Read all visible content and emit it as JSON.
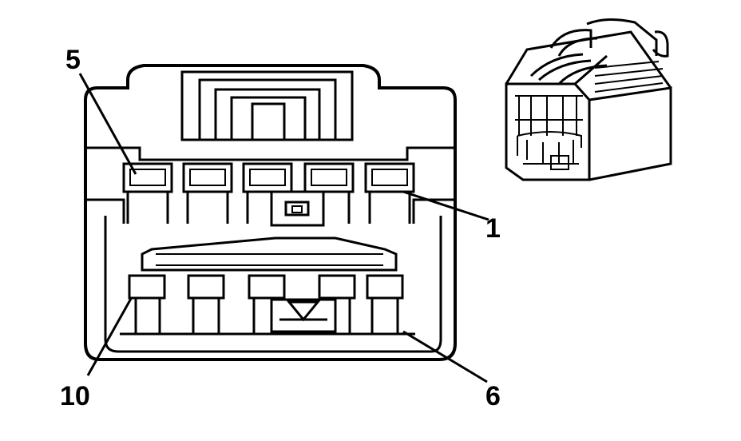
{
  "callouts": {
    "pin_5": "5",
    "pin_1": "1",
    "pin_10": "10",
    "pin_6": "6"
  },
  "colors": {
    "line": "#000000",
    "background": "#ffffff"
  }
}
